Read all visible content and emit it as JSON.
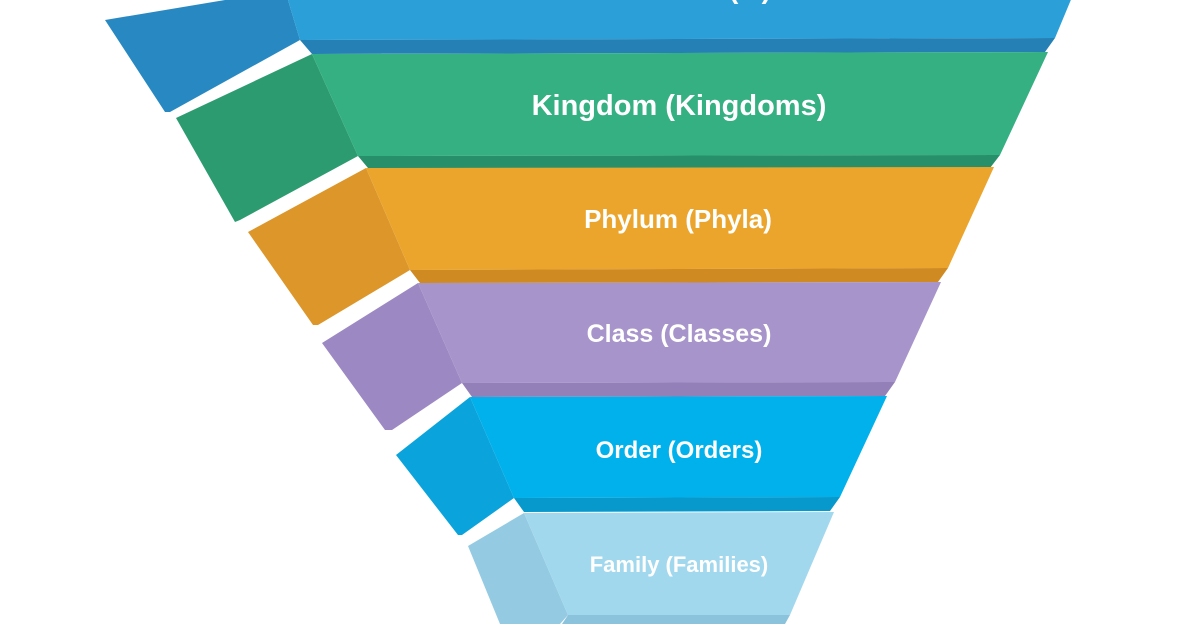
{
  "diagram": {
    "tiers": [
      {
        "label": "",
        "partial_text": "(...)",
        "color": "#2b9fd8",
        "side": "#2889c2",
        "lip": "#2480b5"
      },
      {
        "label": "Kingdom (Kingdoms)",
        "color": "#34b082",
        "side": "#2c9c70",
        "lip": "#27906a"
      },
      {
        "label": "Phylum (Phyla)",
        "color": "#eba52c",
        "side": "#dc962a",
        "lip": "#d08a22"
      },
      {
        "label": "Class (Classes)",
        "color": "#a794cb",
        "side": "#9c88c2",
        "lip": "#9480b8"
      },
      {
        "label": "Order (Orders)",
        "color": "#00b1ec",
        "side": "#0aa3db",
        "lip": "#0798cc"
      },
      {
        "label": "Family (Families)",
        "color": "#a2d8ee",
        "side": "#94cbe3",
        "lip": "#8cc3dc"
      }
    ]
  }
}
